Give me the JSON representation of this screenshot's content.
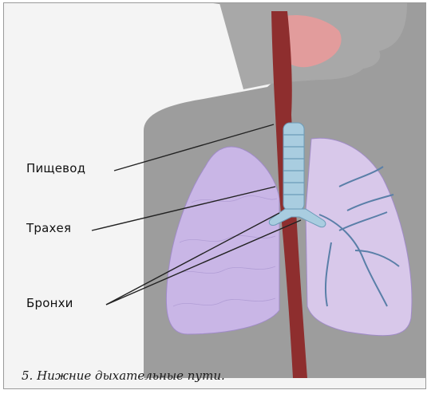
{
  "labels": {
    "esophagus": "Пищевод",
    "trachea": "Трахея",
    "bronchi": "Бронхи"
  },
  "caption": "5. Нижние дыхательные пути.",
  "colors": {
    "background": "#f4f4f4",
    "body_silhouette": "#9d9d9d",
    "left_lung": "#c9b6e6",
    "right_lung": "#d8c8ea",
    "trachea": "#a9cde0",
    "esophagus": "#8e2e2e",
    "throat": "#e89a9a"
  }
}
